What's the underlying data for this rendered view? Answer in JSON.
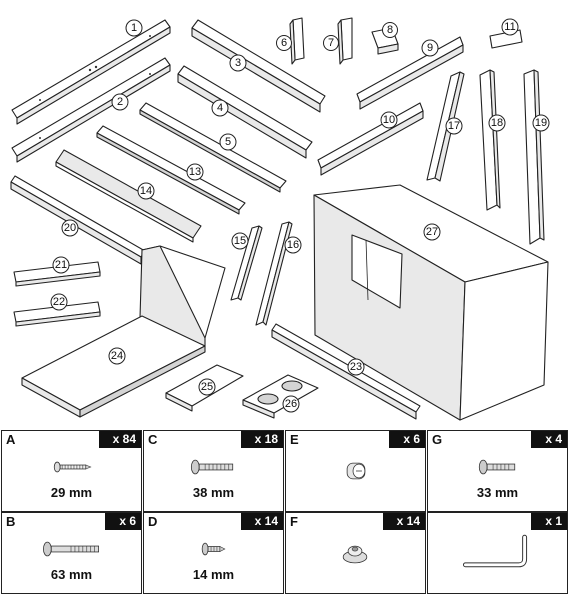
{
  "parts": {
    "p1": "1",
    "p2": "2",
    "p3": "3",
    "p4": "4",
    "p5": "5",
    "p6": "6",
    "p7": "7",
    "p8": "8",
    "p9": "9",
    "p10": "10",
    "p11": "11",
    "p13": "13",
    "p14": "14",
    "p15": "15",
    "p16": "16",
    "p17": "17",
    "p18": "18",
    "p19": "19",
    "p20": "20",
    "p21": "21",
    "p22": "22",
    "p23": "23",
    "p24": "24",
    "p25": "25",
    "p26": "26",
    "p27": "27"
  },
  "hardware": [
    {
      "letter": "A",
      "qty": "x 84",
      "size": "29 mm",
      "icon": "screw-icon"
    },
    {
      "letter": "C",
      "qty": "x 18",
      "size": "38 mm",
      "icon": "bolt-icon"
    },
    {
      "letter": "E",
      "qty": "x 6",
      "size": "",
      "icon": "cam-lock-icon"
    },
    {
      "letter": "G",
      "qty": "x 4",
      "size": "33 mm",
      "icon": "bolt-icon"
    },
    {
      "letter": "B",
      "qty": "x 6",
      "size": "63 mm",
      "icon": "bolt-icon"
    },
    {
      "letter": "D",
      "qty": "x 14",
      "size": "14 mm",
      "icon": "short-screw-icon"
    },
    {
      "letter": "F",
      "qty": "x 14",
      "size": "",
      "icon": "cam-nut-icon"
    },
    {
      "letter": "",
      "qty": "x 1",
      "size": "",
      "icon": "allen-key-icon"
    }
  ]
}
